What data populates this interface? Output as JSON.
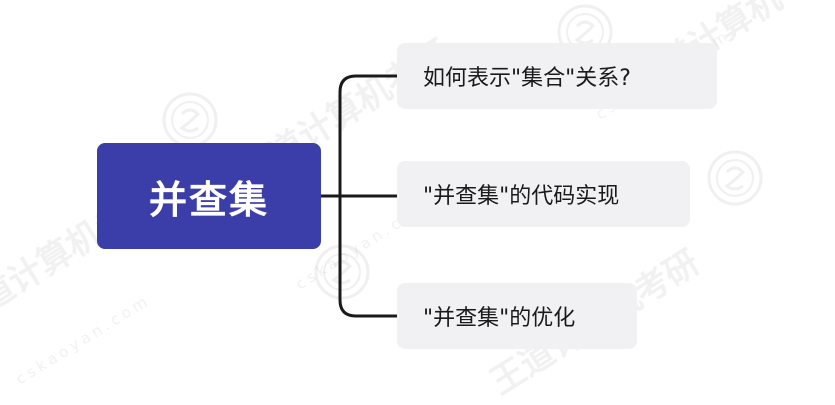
{
  "mindmap": {
    "root": {
      "label": "并查集",
      "color": "#3b3ea8"
    },
    "children": [
      {
        "label": "如何表示\"集合\"关系?"
      },
      {
        "label": "\"并查集\"的代码实现"
      },
      {
        "label": "\"并查集\"的优化"
      }
    ],
    "connector_color": "#1a1a1a",
    "child_box_color": "#f1f1f3"
  },
  "watermark": {
    "text": "王道计算机考研",
    "subtext": "cskaoyan.com"
  }
}
